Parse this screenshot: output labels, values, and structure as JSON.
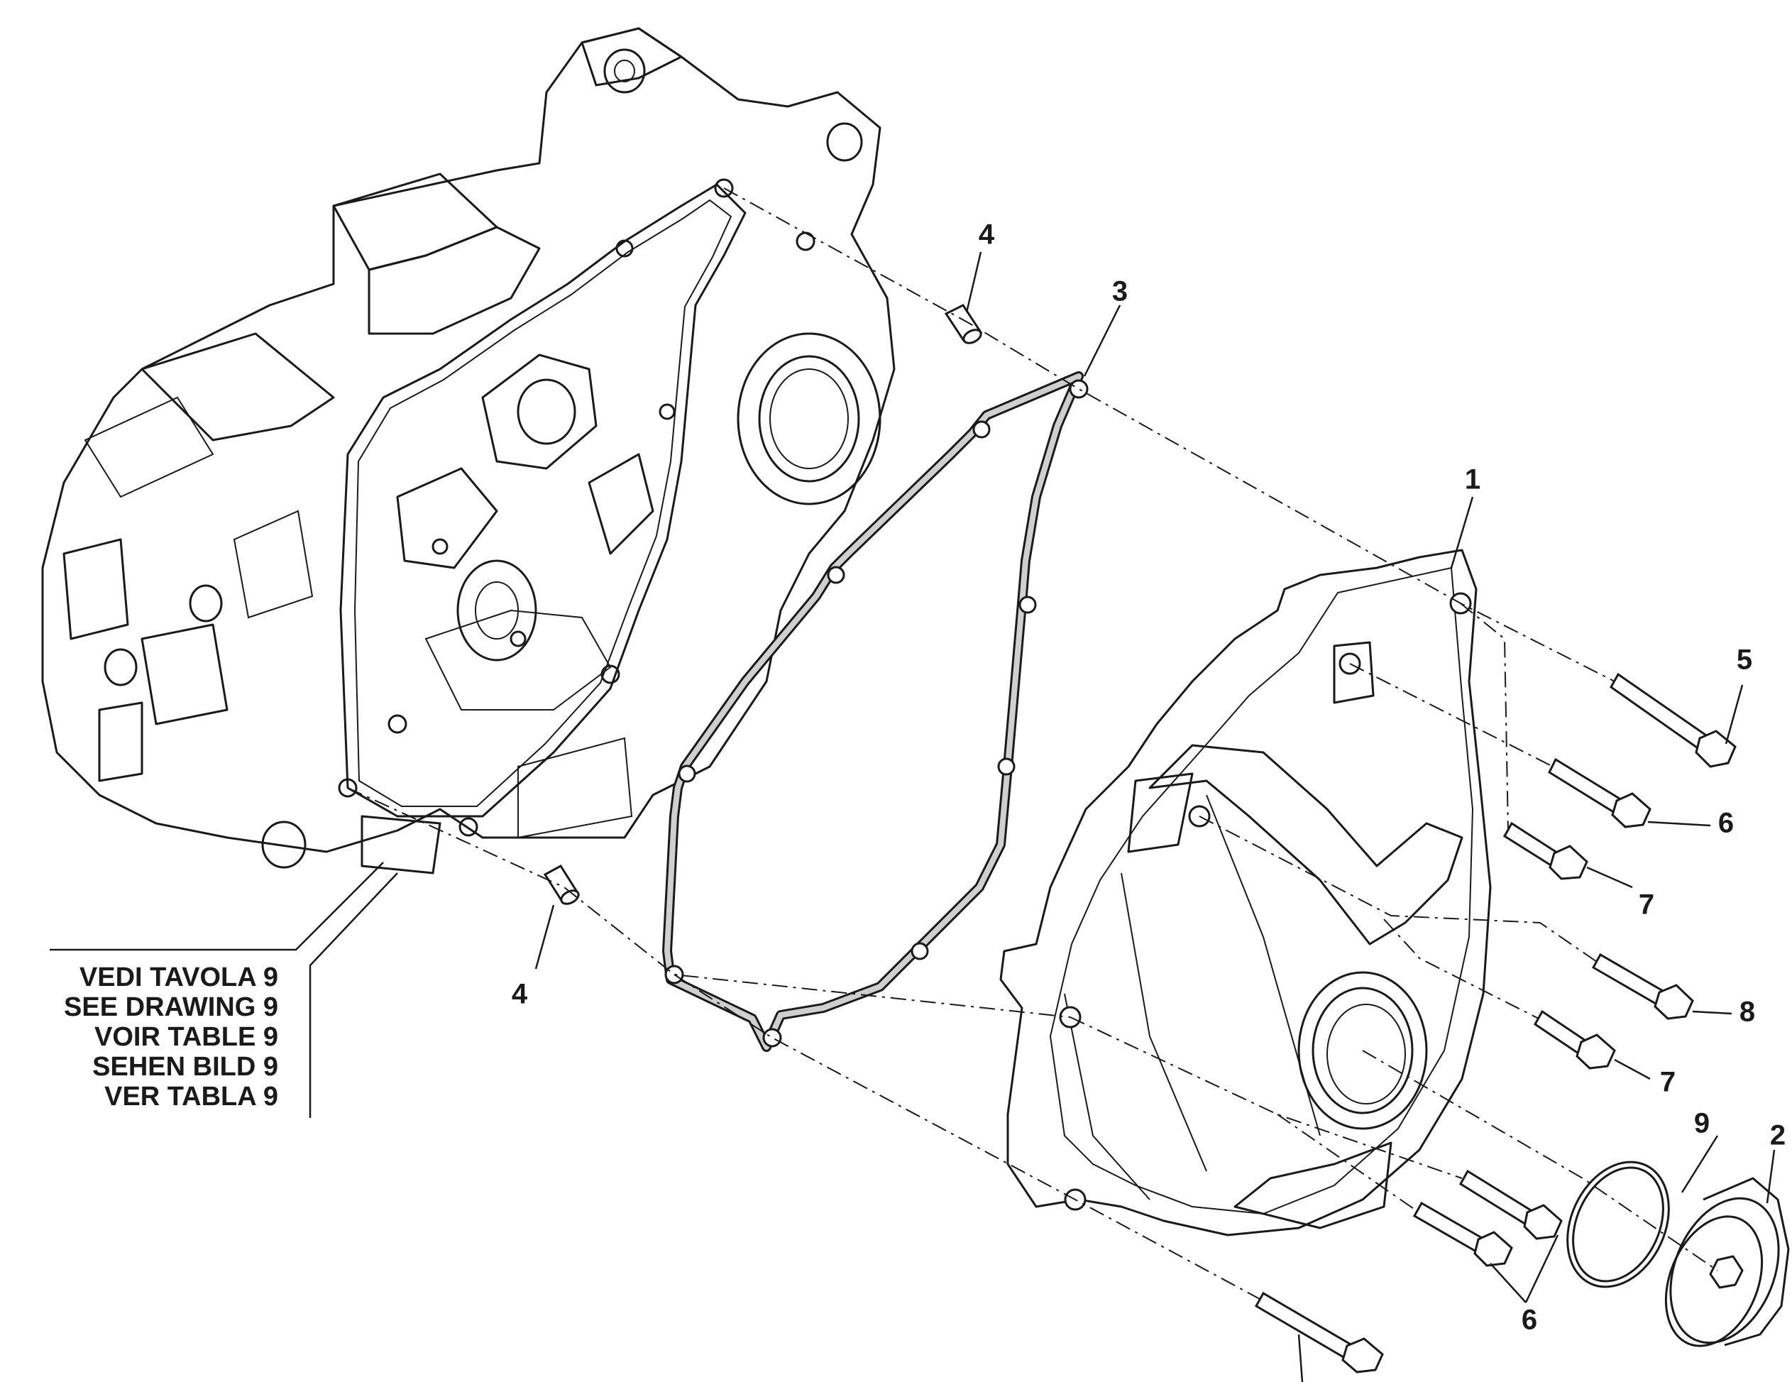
{
  "callouts": {
    "c1": "1",
    "c2": "2",
    "c3": "3",
    "c4a": "4",
    "c4b": "4",
    "c5": "5",
    "c6a": "6",
    "c6b": "6",
    "c7a": "7",
    "c7b": "7",
    "c8": "8",
    "c9": "9"
  },
  "reference_note": {
    "lines": [
      "VEDI TAVOLA 9",
      "SEE DRAWING 9",
      "VOIR TABLE 9",
      "SEHEN BILD 9",
      "VER TABLA 9"
    ]
  },
  "colors": {
    "line": "#1a1a1a",
    "background": "#ffffff",
    "gasket_fill": "#cfcfcf"
  }
}
